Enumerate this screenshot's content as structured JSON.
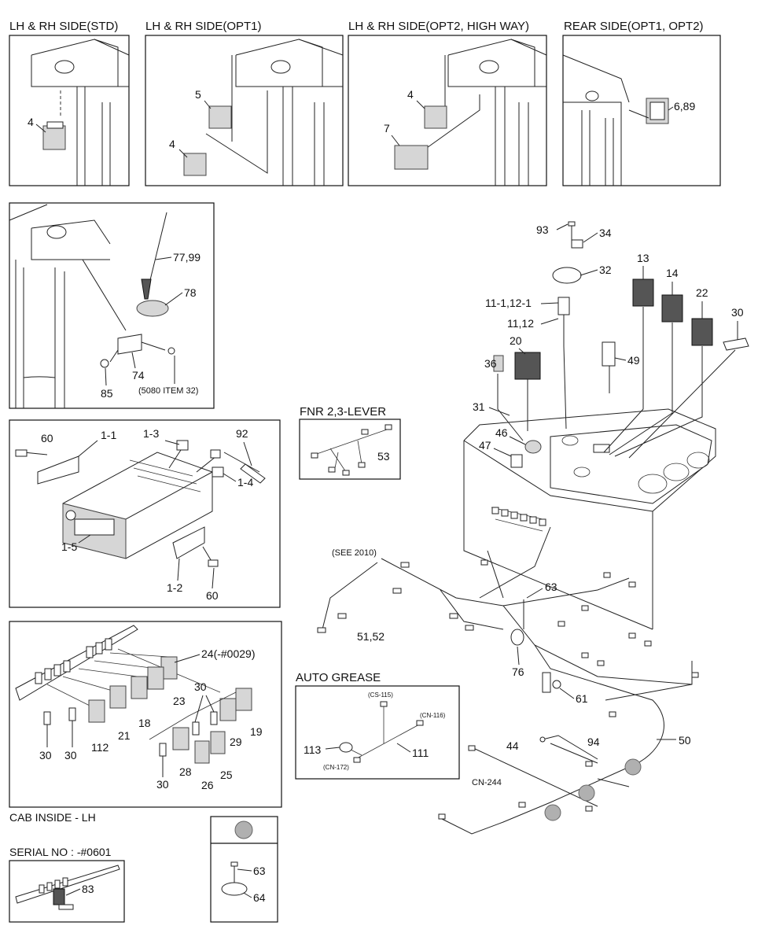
{
  "panels": {
    "top1_title": "LH & RH SIDE(STD)",
    "top2_title": "LH & RH SIDE(OPT1)",
    "top3_title": "LH & RH SIDE(OPT2, HIGH WAY)",
    "top4_title": "REAR SIDE(OPT1, OPT2)",
    "fnr_title": "FNR 2,3-LEVER",
    "auto_grease_title": "AUTO GREASE",
    "cab_inside_title": "CAB INSIDE - LH",
    "serial_title": "SERIAL NO : -#0601"
  },
  "labels": {
    "p1_4": "4",
    "p2_5": "5",
    "p2_4": "4",
    "p3_4": "4",
    "p3_7": "7",
    "p4_689": "6,89",
    "ant_7799": "77,99",
    "ant_78": "78",
    "ant_74": "74",
    "ant_85": "85",
    "ant_ref": "(5080 ITEM 32)",
    "r_60a": "60",
    "r_11": "1-1",
    "r_13": "1-3",
    "r_92": "92",
    "r_14": "1-4",
    "r_15": "1-5",
    "r_12": "1-2",
    "r_60b": "60",
    "fnr_53": "53",
    "s_24": "24(-#0029)",
    "s_30a": "30",
    "s_23": "23",
    "s_18": "18",
    "s_21": "21",
    "s_112": "112",
    "s_30b": "30",
    "s_30c": "30",
    "s_30d": "30",
    "s_29": "29",
    "s_19": "19",
    "s_28": "28",
    "s_26": "26",
    "s_25": "25",
    "ser_83": "83",
    "d_63": "63",
    "d_64": "64",
    "m_93": "93",
    "m_34": "34",
    "m_32": "32",
    "m_13": "13",
    "m_14": "14",
    "m_22": "22",
    "m_30": "30",
    "m_111121": "11-1,12-1",
    "m_1112": "11,12",
    "m_20": "20",
    "m_36": "36",
    "m_49": "49",
    "m_31": "31",
    "m_46": "46",
    "m_47": "47",
    "m_see2010": "(SEE 2010)",
    "m_63": "63",
    "m_5152": "51,52",
    "m_76": "76",
    "m_61": "61",
    "m_50": "50",
    "m_44": "44",
    "m_94": "94",
    "m_cn244": "CN-244",
    "ag_cs115": "(CS-115)",
    "ag_cn116": "(CN-116)",
    "ag_113": "113",
    "ag_111": "111",
    "ag_cn172": "(CN-172)"
  },
  "colors": {
    "line": "#222222",
    "background": "#ffffff",
    "grommet": "#b0b0b0"
  }
}
